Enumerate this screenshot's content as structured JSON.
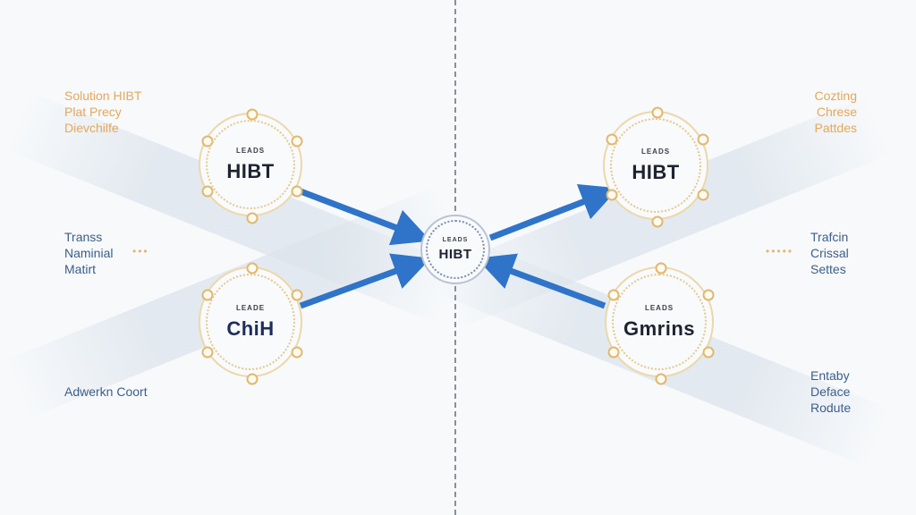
{
  "diagram": {
    "center_node": {
      "caption": "LEADS",
      "title": "HIBT"
    },
    "nodes": [
      {
        "id": "top-left",
        "caption": "LEADS",
        "title": "HIBT"
      },
      {
        "id": "bottom-left",
        "caption": "LEADE",
        "title": "ChiH"
      },
      {
        "id": "top-right",
        "caption": "LEADS",
        "title": "HIBT"
      },
      {
        "id": "bottom-right",
        "caption": "LEADS",
        "title": "Gmrins"
      }
    ],
    "labels": {
      "top_left": [
        "Solution HIBT",
        "Plat Precy",
        "Dievchilfe"
      ],
      "mid_left": [
        "Transs",
        "Naminial",
        "Matirt"
      ],
      "bottom_left": [
        "Adwerkn Coort"
      ],
      "top_right": [
        "Cozting",
        "Chrese",
        "Pattdes"
      ],
      "mid_right": [
        "Trafcin",
        "Crissal",
        "Settes"
      ],
      "bottom_right": [
        "Entaby",
        "Deface",
        "Rodute"
      ]
    },
    "colors": {
      "arrow": "#2f74c8",
      "gold_accent": "#e3a85a",
      "blue_text": "#3c5e88",
      "node_ring": "#ecd8a8",
      "divider": "#8a909a"
    }
  }
}
